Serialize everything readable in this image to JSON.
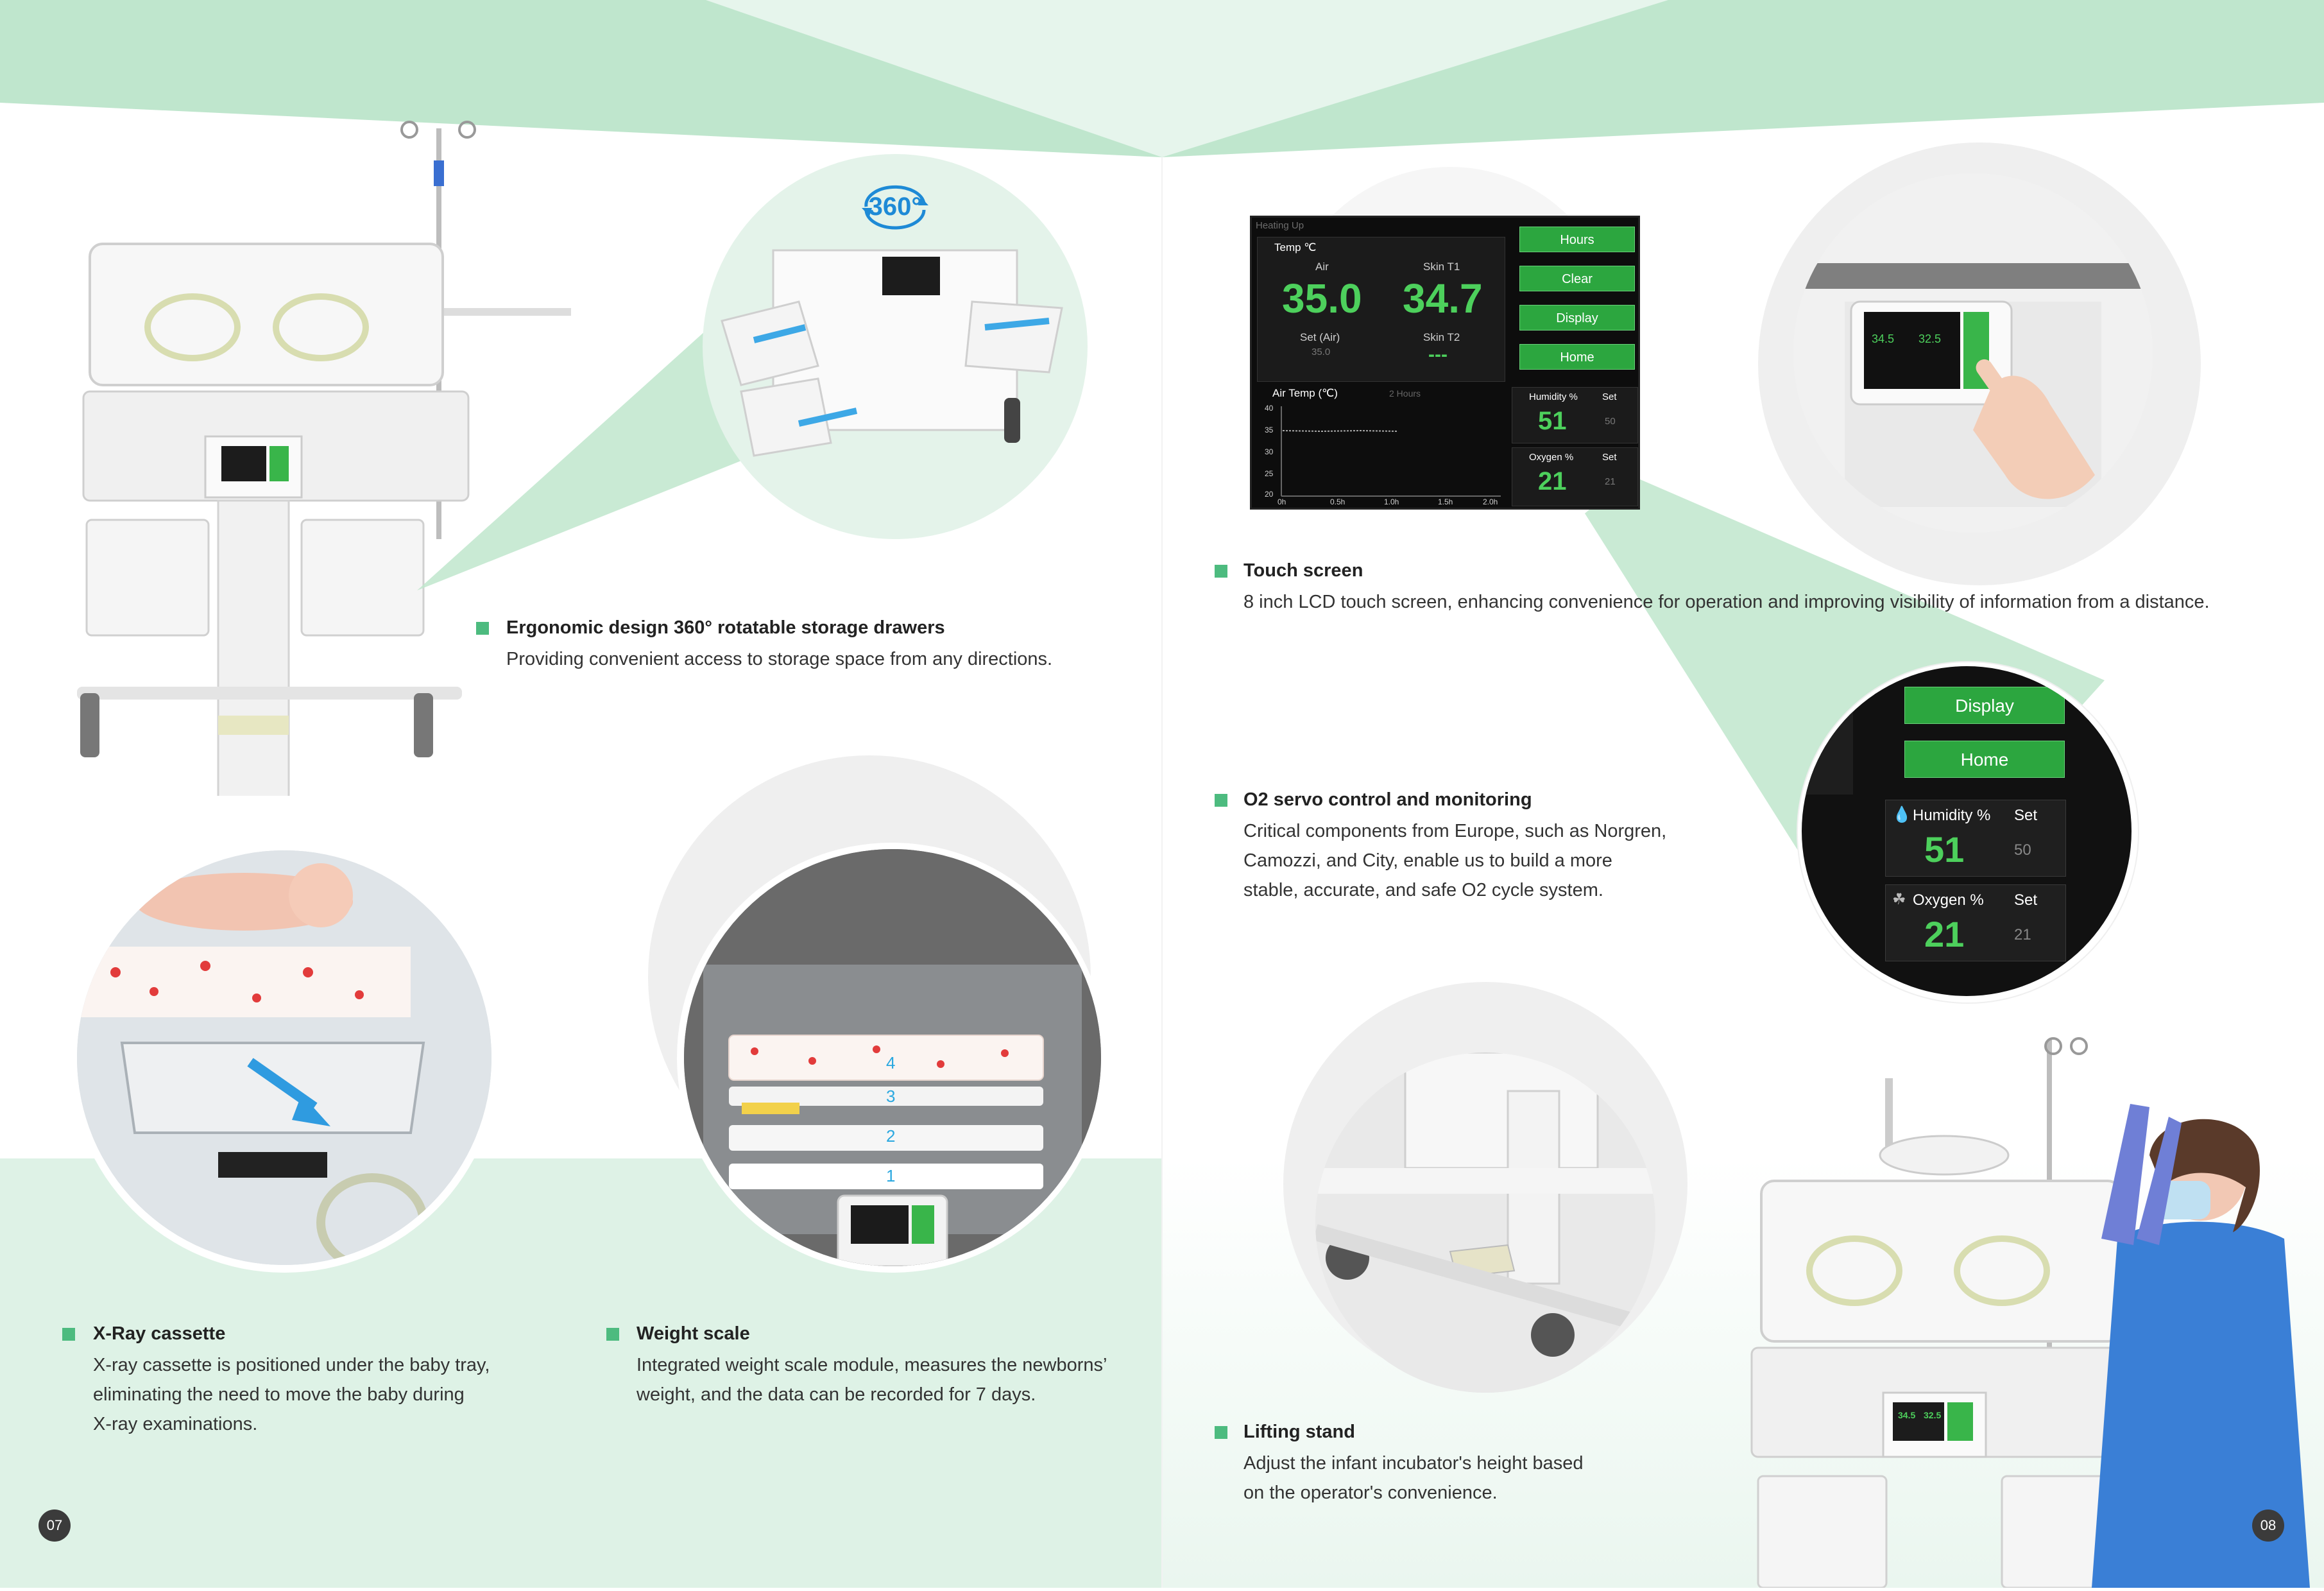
{
  "left_page": {
    "page_number": "07",
    "rotation_badge": "360°",
    "features": [
      {
        "title": "Ergonomic design 360° rotatable storage drawers",
        "lines": [
          "Providing convenient access to storage space from any directions."
        ]
      },
      {
        "title": "X-Ray cassette",
        "lines": [
          "X-ray cassette is positioned under the baby tray,",
          "eliminating the need to move the baby during",
          "X-ray examinations."
        ]
      },
      {
        "title": "Weight scale",
        "lines": [
          "Integrated weight scale module, measures the newborns’",
          "weight, and the data can be recorded for 7 days."
        ]
      }
    ],
    "tray_levels": [
      "4",
      "3",
      "2",
      "1"
    ]
  },
  "right_page": {
    "page_number": "08",
    "features": [
      {
        "title": "Touch screen",
        "lines": [
          "8 inch LCD touch screen, enhancing convenience for operation and improving visibility of information from a distance."
        ]
      },
      {
        "title": "O2 servo control and monitoring",
        "lines": [
          "Critical components from Europe, such as Norgren,",
          "Camozzi, and City, enable us to build a more",
          "stable, accurate, and safe O2 cycle system."
        ]
      },
      {
        "title": "Lifting stand",
        "lines": [
          "Adjust the infant incubator's height based",
          "on the operator's convenience."
        ]
      }
    ],
    "screen": {
      "status": "Heating Up",
      "temp_header": "Temp ℃",
      "air_label": "Air",
      "air_value": "35.0",
      "skin1_label": "Skin T1",
      "skin1_value": "34.7",
      "set_air_label": "Set (Air)",
      "set_air_value": "35.0",
      "skin2_label": "Skin T2",
      "skin2_value": "---",
      "buttons": [
        "Hours",
        "Clear",
        "Display",
        "Home"
      ],
      "graph_title": "Air Temp (℃)",
      "graph_hours": "2 Hours",
      "y_ticks": [
        "40",
        "35",
        "30",
        "25",
        "20"
      ],
      "x_ticks": [
        "0h",
        "0.5h",
        "1.0h",
        "1.5h",
        "2.0h"
      ],
      "humidity_label": "Humidity %",
      "humidity_value": "51",
      "humidity_set_label": "Set",
      "humidity_set_value": "50",
      "oxygen_label": "Oxygen %",
      "oxygen_value": "21",
      "oxygen_set_label": "Set",
      "oxygen_set_value": "21"
    },
    "zoom_screen": {
      "buttons": [
        "Display",
        "Home"
      ],
      "humidity_label": "Humidity %",
      "humidity_value": "51",
      "set_label": "Set",
      "humidity_set_value": "50",
      "oxygen_label": "Oxygen %",
      "oxygen_value": "21",
      "oxygen_set_value": "21"
    },
    "device_readout": {
      "left": "34.5",
      "right": "32.5"
    }
  },
  "colors": {
    "accent_green": "#4dbb7f",
    "pale_green": "#def2e6",
    "screen_green": "#2ca63f",
    "digit_green": "#4dd05c"
  }
}
